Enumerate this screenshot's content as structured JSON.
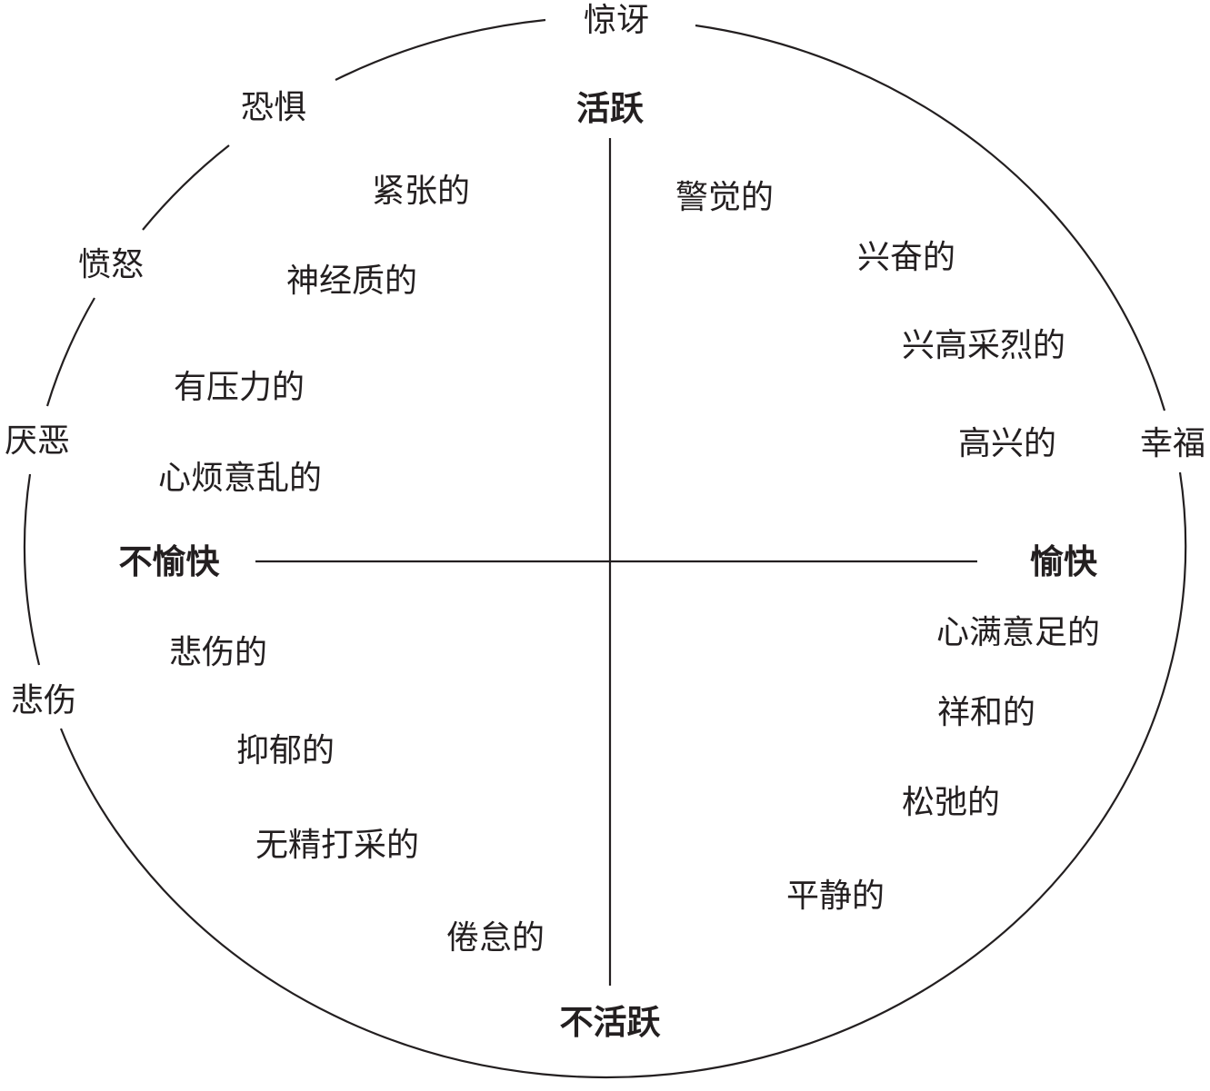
{
  "circumplex": {
    "axes": {
      "top": "活跃",
      "bottom": "不活跃",
      "left": "不愉快",
      "right": "愉快"
    },
    "ring_emotions": {
      "surprise": "惊讶",
      "fear": "恐惧",
      "anger": "愤怒",
      "disgust": "厌恶",
      "sadness": "悲伤",
      "happiness": "幸福"
    },
    "quadrant_words": {
      "upper_left": [
        "紧张的",
        "神经质的",
        "有压力的",
        "心烦意乱的"
      ],
      "upper_right": [
        "警觉的",
        "兴奋的",
        "兴高采烈的",
        "高兴的"
      ],
      "lower_left": [
        "悲伤的",
        "抑郁的",
        "无精打采的",
        "倦怠的"
      ],
      "lower_right": [
        "心满意足的",
        "祥和的",
        "松弛的",
        "平静的"
      ]
    }
  }
}
